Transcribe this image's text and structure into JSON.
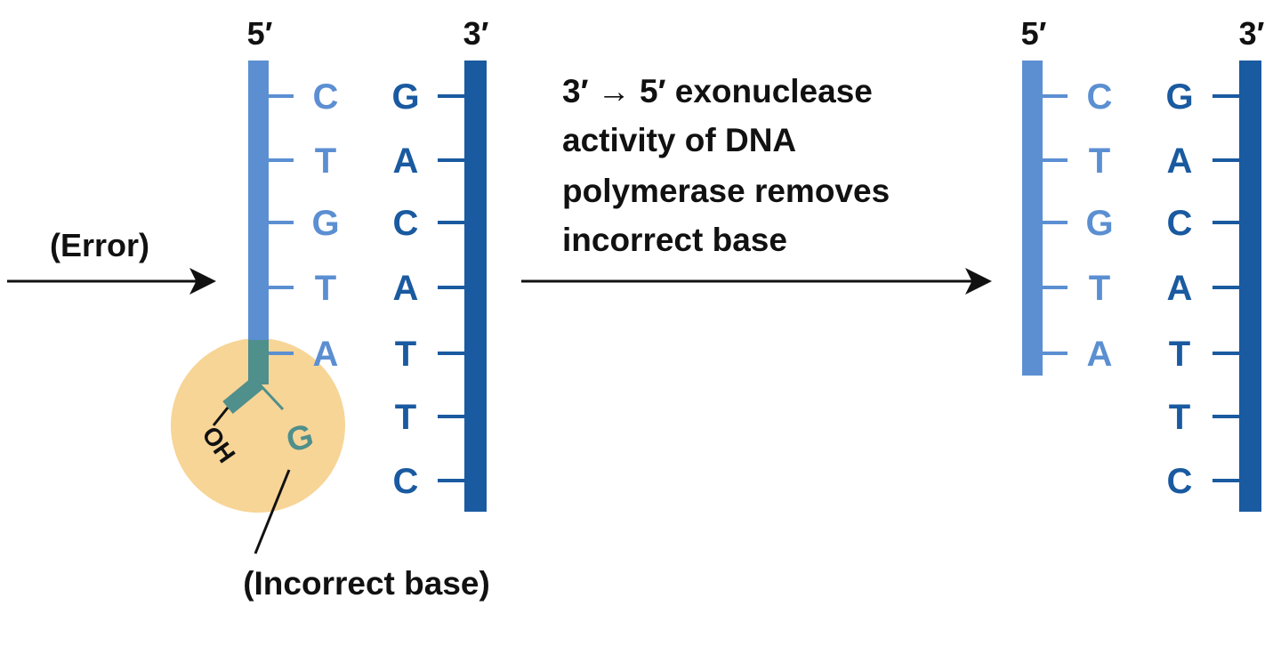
{
  "colors": {
    "new_strand": "#5b8fd2",
    "template_strand": "#1a5aa0",
    "highlight": "#f7d596",
    "incorrect": "#4f8f8c",
    "text": "#111111"
  },
  "left_panel": {
    "label_5prime": "5′",
    "label_3prime": "3′",
    "new_bases": [
      "C",
      "T",
      "G",
      "T",
      "A"
    ],
    "template_bases": [
      "G",
      "A",
      "C",
      "A",
      "T",
      "T",
      "C"
    ],
    "incorrect_base": "G",
    "oh_label": "OH",
    "error_label": "(Error)",
    "incorrect_label": "(Incorrect base)"
  },
  "process": {
    "line1": "3′ → 5′ exonuclease",
    "line2": "activity of DNA",
    "line3": "polymerase removes",
    "line4": "incorrect base"
  },
  "right_panel": {
    "label_5prime": "5′",
    "label_3prime": "3′",
    "new_bases": [
      "C",
      "T",
      "G",
      "T",
      "A"
    ],
    "template_bases": [
      "G",
      "A",
      "C",
      "A",
      "T",
      "T",
      "C"
    ]
  }
}
